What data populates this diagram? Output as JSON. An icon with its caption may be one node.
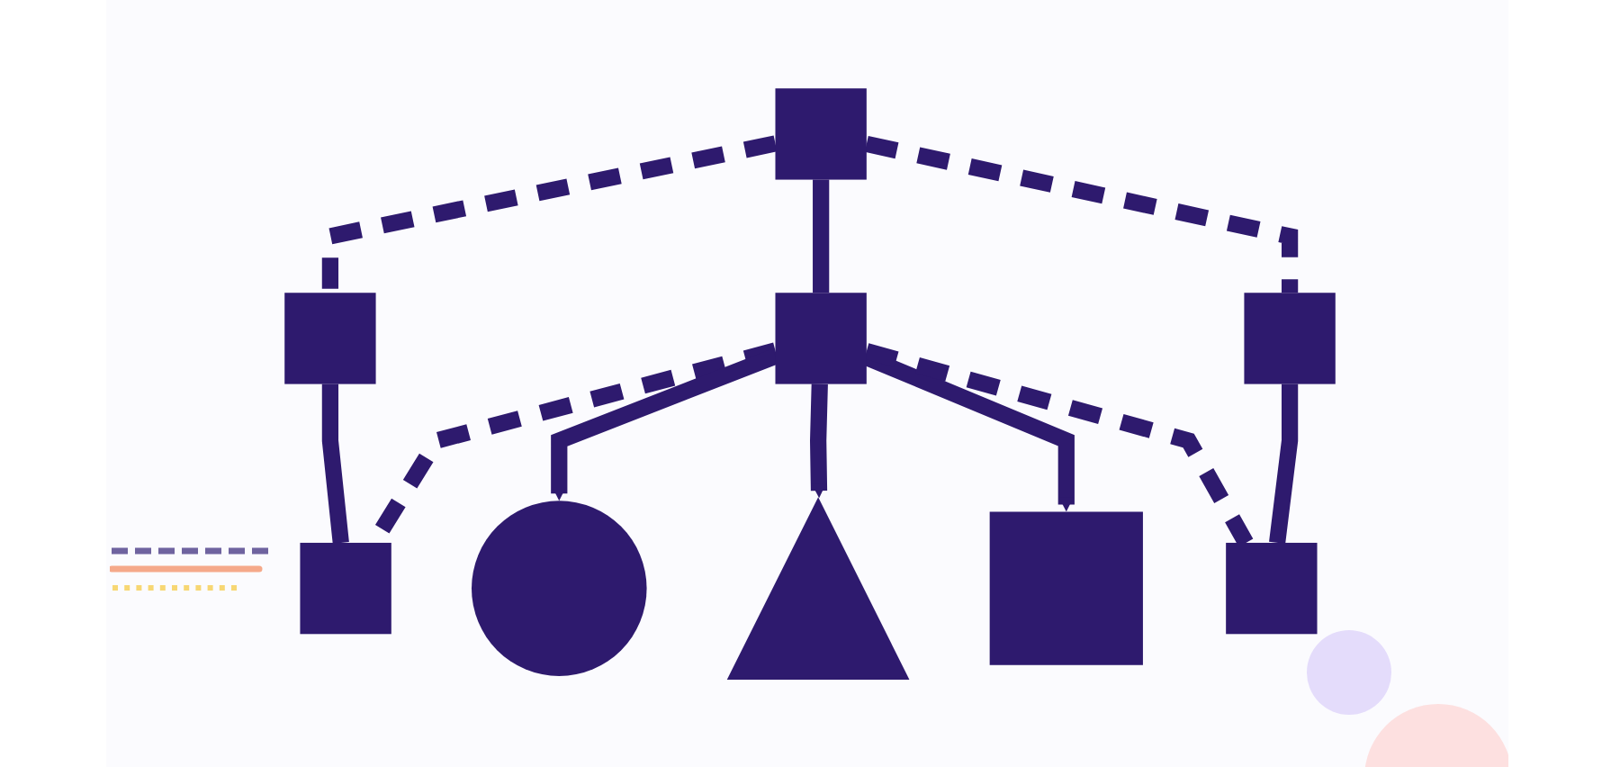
{
  "diagram": {
    "nodes": [
      {
        "text": [],
        "shape": "box"
      },
      {
        "text": [],
        "shape": "box"
      },
      {
        "text": [],
        "shape": "box"
      },
      {
        "text": [],
        "shape": "box"
      },
      {
        "text": [],
        "shape": "box"
      },
      {
        "text": [],
        "shape": "box"
      },
      {
        "text": [],
        "shape": "circle"
      },
      {
        "text": [],
        "shape": "triangle"
      },
      {
        "text": [],
        "shape": "box"
      }
    ],
    "edges": [
      {
        "from": 1,
        "to": 0,
        "arrow": "none",
        "style": "dashed"
      },
      {
        "from": 0,
        "to": 3,
        "arrow": "none"
      },
      {
        "from": 1,
        "to": 4,
        "arrow": "none"
      },
      {
        "from": 4,
        "to": 3,
        "arrow": "none",
        "style": "dashed"
      },
      {
        "from": 4,
        "to": 6,
        "arrow": "to"
      },
      {
        "from": 4,
        "to": 7,
        "arrow": "to"
      },
      {
        "from": 4,
        "to": 8,
        "arrow": "to"
      },
      {
        "from": 4,
        "to": 5,
        "arrow": "none",
        "style": "dashed"
      },
      {
        "from": 1,
        "to": 2,
        "arrow": "none",
        "style": "dashed"
      },
      {
        "from": 2,
        "to": 5,
        "arrow": "none"
      }
    ]
  }
}
